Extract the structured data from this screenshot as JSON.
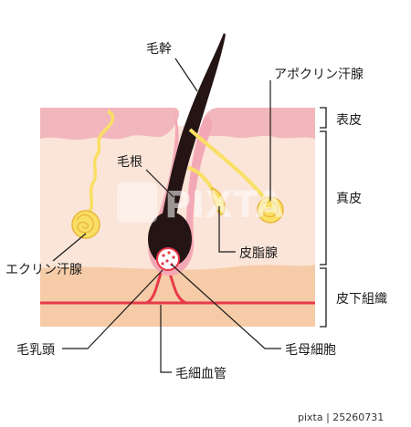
{
  "labels": {
    "hair_shaft": "毛幹",
    "apocrine_gland": "アポクリン汗腺",
    "epidermis": "表皮",
    "hair_root": "毛根",
    "dermis": "真皮",
    "sebaceous_gland": "皮脂腺",
    "eccrine_gland": "エクリン汗腺",
    "subcutaneous_tissue": "皮下組織",
    "dermal_papilla": "毛乳頭",
    "hair_matrix_cells": "毛母細胞",
    "capillary": "毛細血管"
  },
  "watermark": {
    "logo_text": "PIXTA",
    "stock_id": "pixta | 25260731"
  },
  "colors": {
    "epidermis": "#f2b7bc",
    "dermis": "#fbe4d8",
    "subcutaneous": "#f6cba7",
    "hair": "#241414",
    "gland": "#f9df63",
    "gland_stroke": "#e9b53d",
    "blood_vessel": "#e8394a",
    "leader": "#1a1a1a"
  }
}
